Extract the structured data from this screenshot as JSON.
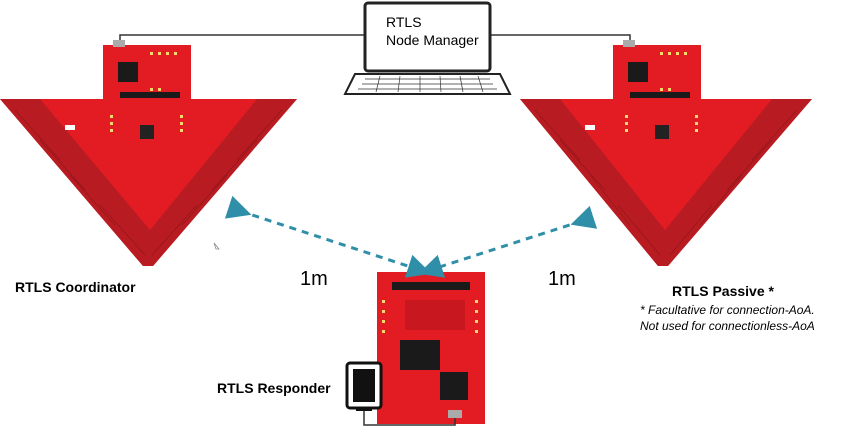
{
  "laptop": {
    "line1": "RTLS",
    "line2": "Node Manager"
  },
  "nodes": {
    "coordinator": {
      "label": "RTLS Coordinator"
    },
    "passive": {
      "label": "RTLS Passive *",
      "note_line1": "* Facultative for connection-AoA.",
      "note_line2": "Not used for connectionless-AoA"
    },
    "responder": {
      "label": "RTLS Responder"
    }
  },
  "distances": {
    "left": "1m",
    "right": "1m"
  },
  "colors": {
    "board_red": "#e31c23",
    "antenna_red": "#b01c22",
    "link_dashed": "#2f8fa8",
    "cable": "#333333"
  }
}
